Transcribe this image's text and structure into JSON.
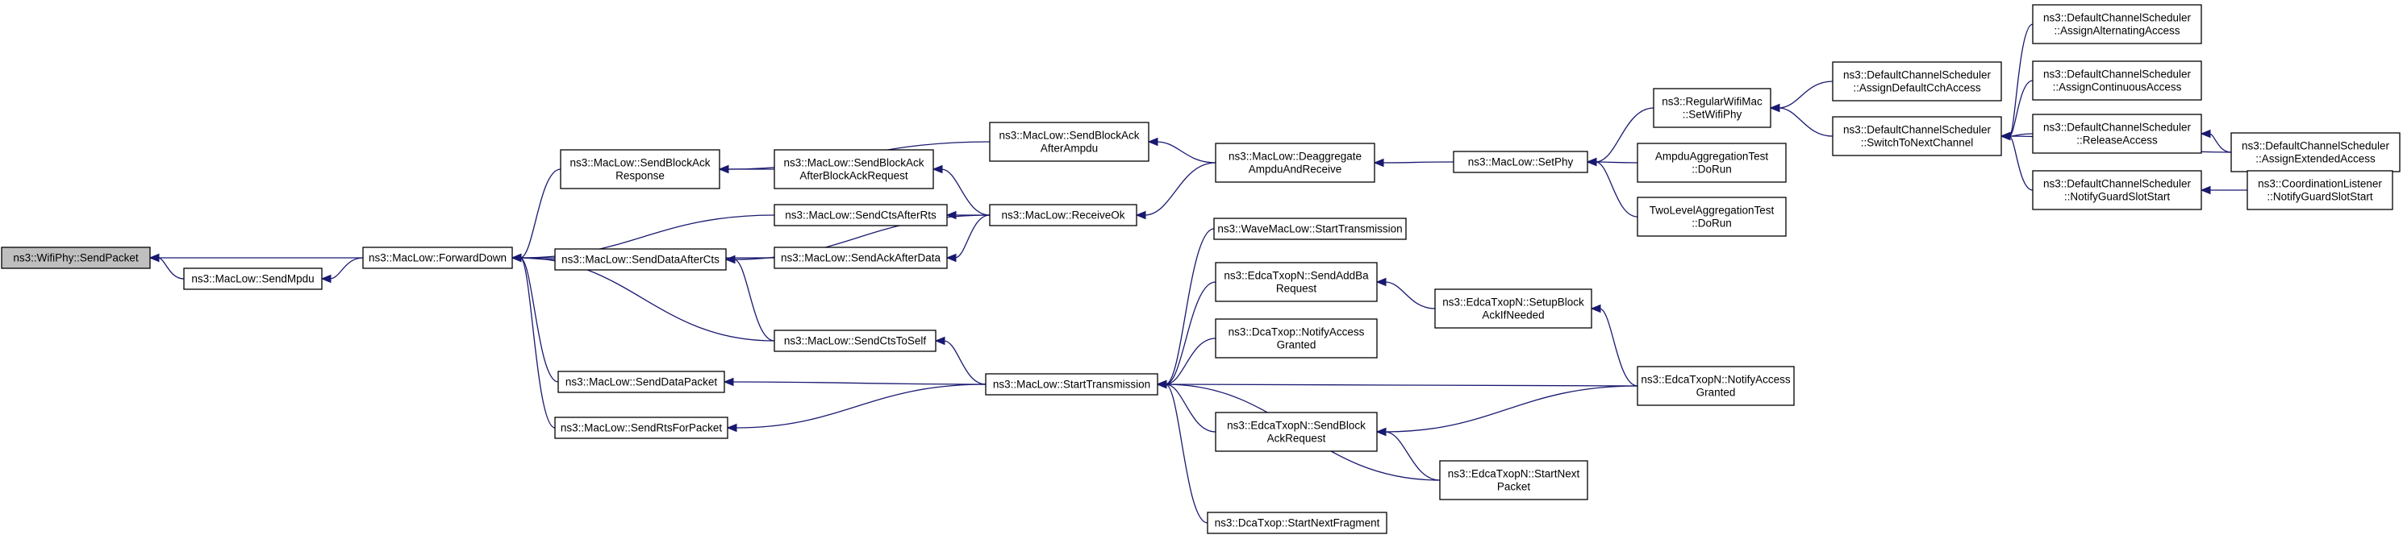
{
  "nodes": [
    {
      "id": "wifiphy_sendpacket",
      "lines": [
        "ns3::WifiPhy::SendPacket"
      ],
      "root": true
    },
    {
      "id": "maclow_sendmpdu",
      "lines": [
        "ns3::MacLow::SendMpdu"
      ]
    },
    {
      "id": "maclow_forwarddown",
      "lines": [
        "ns3::MacLow::ForwardDown"
      ]
    },
    {
      "id": "maclow_sendblockackresponse",
      "lines": [
        "ns3::MacLow::SendBlockAck",
        "Response"
      ]
    },
    {
      "id": "maclow_sendblockackafterblockackrequest",
      "lines": [
        "ns3::MacLow::SendBlockAck",
        "AfterBlockAckRequest"
      ]
    },
    {
      "id": "maclow_sendctsafterrts",
      "lines": [
        "ns3::MacLow::SendCtsAfterRts"
      ]
    },
    {
      "id": "maclow_sendackafterdata",
      "lines": [
        "ns3::MacLow::SendAckAfterData"
      ]
    },
    {
      "id": "maclow_senddataafterccts",
      "lines": [
        "ns3::MacLow::SendDataAfterCts"
      ]
    },
    {
      "id": "maclow_sendctstoself",
      "lines": [
        "ns3::MacLow::SendCtsToSelf"
      ]
    },
    {
      "id": "maclow_senddatapacket",
      "lines": [
        "ns3::MacLow::SendDataPacket"
      ]
    },
    {
      "id": "maclow_sendrtsforpacket",
      "lines": [
        "ns3::MacLow::SendRtsForPacket"
      ]
    },
    {
      "id": "maclow_sendblockackafterampdu",
      "lines": [
        "ns3::MacLow::SendBlockAck",
        "AfterAmpdu"
      ]
    },
    {
      "id": "maclow_receiveok",
      "lines": [
        "ns3::MacLow::ReceiveOk"
      ]
    },
    {
      "id": "maclow_starttransmission",
      "lines": [
        "ns3::MacLow::StartTransmission"
      ]
    },
    {
      "id": "maclow_deaggregate",
      "lines": [
        "ns3::MacLow::Deaggregate",
        "AmpduAndReceive"
      ]
    },
    {
      "id": "wavemaclow_starttransmission",
      "lines": [
        "ns3::WaveMacLow::StartTransmission"
      ]
    },
    {
      "id": "edcatxopn_sendaddbarequest",
      "lines": [
        "ns3::EdcaTxopN::SendAddBa",
        "Request"
      ]
    },
    {
      "id": "dcatxop_notifyaccessgranted",
      "lines": [
        "ns3::DcaTxop::NotifyAccess",
        "Granted"
      ]
    },
    {
      "id": "edcatxopn_sendblockackrequest",
      "lines": [
        "ns3::EdcaTxopN::SendBlock",
        "AckRequest"
      ]
    },
    {
      "id": "dcatxop_startnextfragment",
      "lines": [
        "ns3::DcaTxop::StartNextFragment"
      ]
    },
    {
      "id": "maclow_setphy",
      "lines": [
        "ns3::MacLow::SetPhy"
      ]
    },
    {
      "id": "edcatxopn_setupblockackifneeded",
      "lines": [
        "ns3::EdcaTxopN::SetupBlock",
        "AckIfNeeded"
      ]
    },
    {
      "id": "edcatxopn_startnextpacket",
      "lines": [
        "ns3::EdcaTxopN::StartNext",
        "Packet"
      ]
    },
    {
      "id": "regularwifimac_setwifiphy",
      "lines": [
        "ns3::RegularWifiMac",
        "::SetWifiPhy"
      ]
    },
    {
      "id": "ampduaggregationtest_dorun",
      "lines": [
        "AmpduAggregationTest",
        "::DoRun"
      ]
    },
    {
      "id": "twolevelaggregationtest_dorun",
      "lines": [
        "TwoLevelAggregationTest",
        "::DoRun"
      ]
    },
    {
      "id": "edcatxopn_notifyaccessgranted",
      "lines": [
        "ns3::EdcaTxopN::NotifyAccess",
        "Granted"
      ]
    },
    {
      "id": "dcs_assigndefaultcchaccess",
      "lines": [
        "ns3::DefaultChannelScheduler",
        "::AssignDefaultCchAccess"
      ]
    },
    {
      "id": "dcs_switchtonextchannel",
      "lines": [
        "ns3::DefaultChannelScheduler",
        "::SwitchToNextChannel"
      ]
    },
    {
      "id": "dcs_assignalternatingaccess",
      "lines": [
        "ns3::DefaultChannelScheduler",
        "::AssignAlternatingAccess"
      ]
    },
    {
      "id": "dcs_assigncontinuousaccess",
      "lines": [
        "ns3::DefaultChannelScheduler",
        "::AssignContinuousAccess"
      ]
    },
    {
      "id": "dcs_releaseaccess",
      "lines": [
        "ns3::DefaultChannelScheduler",
        "::ReleaseAccess"
      ]
    },
    {
      "id": "dcs_notifyguardslotstart",
      "lines": [
        "ns3::DefaultChannelScheduler",
        "::NotifyGuardSlotStart"
      ]
    },
    {
      "id": "dcs_assignextendedaccess",
      "lines": [
        "ns3::DefaultChannelScheduler",
        "::AssignExtendedAccess"
      ]
    },
    {
      "id": "coordinationlistener_notifyguardslotstart",
      "lines": [
        "ns3::CoordinationListener",
        "::NotifyGuardSlotStart"
      ]
    }
  ],
  "edges": [
    {
      "from": "maclow_sendmpdu",
      "to": "wifiphy_sendpacket"
    },
    {
      "from": "maclow_forwarddown",
      "to": "wifiphy_sendpacket"
    },
    {
      "from": "maclow_forwarddown",
      "to": "maclow_sendmpdu"
    },
    {
      "from": "maclow_sendblockackresponse",
      "to": "maclow_forwarddown"
    },
    {
      "from": "maclow_sendctsafterrts",
      "to": "maclow_forwarddown"
    },
    {
      "from": "maclow_sendackafterdata",
      "to": "maclow_forwarddown"
    },
    {
      "from": "maclow_senddataafterccts",
      "to": "maclow_forwarddown"
    },
    {
      "from": "maclow_sendctstoself",
      "to": "maclow_forwarddown"
    },
    {
      "from": "maclow_senddatapacket",
      "to": "maclow_forwarddown"
    },
    {
      "from": "maclow_sendrtsforpacket",
      "to": "maclow_forwarddown"
    },
    {
      "from": "maclow_sendblockackafterampdu",
      "to": "maclow_sendblockackresponse"
    },
    {
      "from": "maclow_sendblockackafterblockackrequest",
      "to": "maclow_sendblockackresponse"
    },
    {
      "from": "maclow_receiveok",
      "to": "maclow_sendblockackafterblockackrequest"
    },
    {
      "from": "maclow_receiveok",
      "to": "maclow_sendctsafterrts"
    },
    {
      "from": "maclow_receiveok",
      "to": "maclow_sendackafterdata"
    },
    {
      "from": "maclow_receiveok",
      "to": "maclow_senddataafterccts"
    },
    {
      "from": "maclow_sendctstoself",
      "to": "maclow_senddataafterccts"
    },
    {
      "from": "maclow_starttransmission",
      "to": "maclow_sendctstoself"
    },
    {
      "from": "maclow_starttransmission",
      "to": "maclow_senddatapacket"
    },
    {
      "from": "maclow_starttransmission",
      "to": "maclow_sendrtsforpacket"
    },
    {
      "from": "maclow_deaggregate",
      "to": "maclow_sendblockackafterampdu"
    },
    {
      "from": "maclow_deaggregate",
      "to": "maclow_receiveok"
    },
    {
      "from": "maclow_setphy",
      "to": "maclow_deaggregate"
    },
    {
      "from": "wavemaclow_starttransmission",
      "to": "maclow_starttransmission"
    },
    {
      "from": "edcatxopn_sendaddbarequest",
      "to": "maclow_starttransmission"
    },
    {
      "from": "dcatxop_notifyaccessgranted",
      "to": "maclow_starttransmission"
    },
    {
      "from": "edcatxopn_notifyaccessgranted",
      "to": "maclow_starttransmission"
    },
    {
      "from": "edcatxopn_sendblockackrequest",
      "to": "maclow_starttransmission"
    },
    {
      "from": "edcatxopn_startnextpacket",
      "to": "maclow_starttransmission"
    },
    {
      "from": "dcatxop_startnextfragment",
      "to": "maclow_starttransmission"
    },
    {
      "from": "edcatxopn_setupblockackifneeded",
      "to": "edcatxopn_sendaddbarequest"
    },
    {
      "from": "edcatxopn_notifyaccessgranted",
      "to": "edcatxopn_setupblockackifneeded"
    },
    {
      "from": "edcatxopn_notifyaccessgranted",
      "to": "edcatxopn_sendblockackrequest"
    },
    {
      "from": "edcatxopn_startnextpacket",
      "to": "edcatxopn_sendblockackrequest"
    },
    {
      "from": "regularwifimac_setwifiphy",
      "to": "maclow_setphy"
    },
    {
      "from": "ampduaggregationtest_dorun",
      "to": "maclow_setphy"
    },
    {
      "from": "twolevelaggregationtest_dorun",
      "to": "maclow_setphy"
    },
    {
      "from": "dcs_assigndefaultcchaccess",
      "to": "regularwifimac_setwifiphy"
    },
    {
      "from": "dcs_switchtonextchannel",
      "to": "regularwifimac_setwifiphy"
    },
    {
      "from": "dcs_assignalternatingaccess",
      "to": "dcs_switchtonextchannel"
    },
    {
      "from": "dcs_assigncontinuousaccess",
      "to": "dcs_switchtonextchannel"
    },
    {
      "from": "dcs_releaseaccess",
      "to": "dcs_switchtonextchannel"
    },
    {
      "from": "dcs_assignextendedaccess",
      "to": "dcs_switchtonextchannel"
    },
    {
      "from": "dcs_notifyguardslotstart",
      "to": "dcs_switchtonextchannel"
    },
    {
      "from": "dcs_assignextendedaccess",
      "to": "dcs_releaseaccess"
    },
    {
      "from": "coordinationlistener_notifyguardslotstart",
      "to": "dcs_notifyguardslotstart"
    }
  ],
  "colors": {
    "edge": "#191970",
    "root_fill": "#bfbfbf",
    "node_fill": "#ffffff",
    "border": "#000000"
  }
}
